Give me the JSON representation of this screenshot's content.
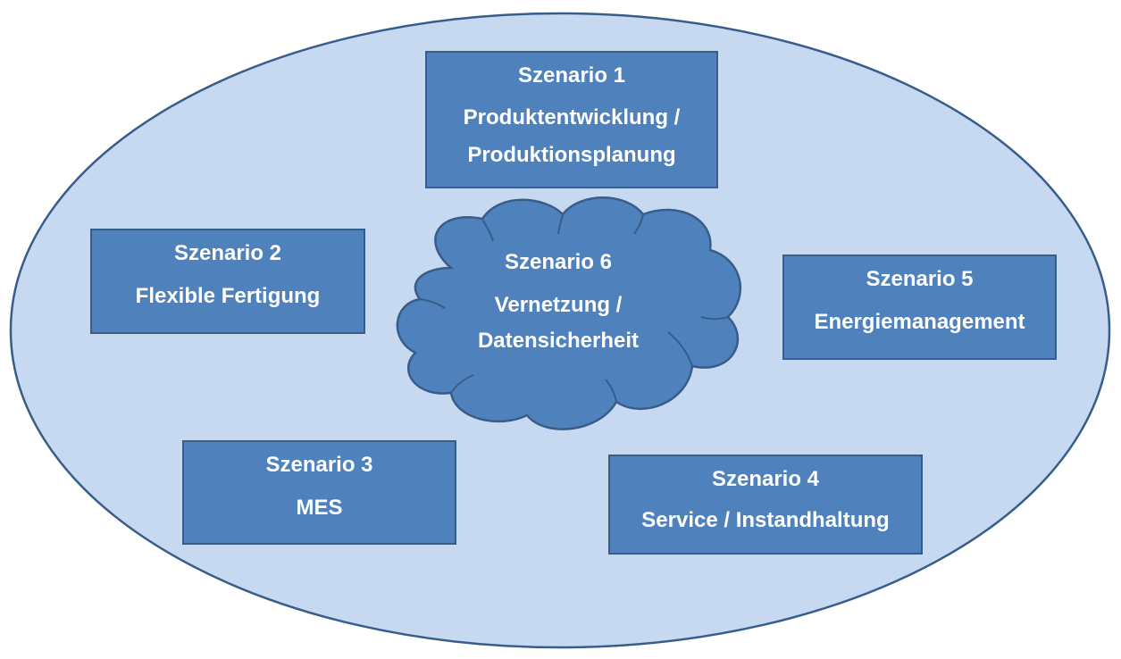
{
  "colors": {
    "ellipse_fill": "#c6d9f1",
    "ellipse_stroke": "#385d8a",
    "box_fill": "#4f81bd",
    "box_stroke": "#385d8a",
    "text": "#ffffff"
  },
  "scenarios": [
    {
      "title": "Szenario 1",
      "desc_lines": [
        "Produktentwicklung /",
        "Produktionsplanung"
      ]
    },
    {
      "title": "Szenario 2",
      "desc_lines": [
        "Flexible Fertigung"
      ]
    },
    {
      "title": "Szenario 3",
      "desc_lines": [
        "MES"
      ]
    },
    {
      "title": "Szenario 4",
      "desc_lines": [
        "Service / Instandhaltung"
      ]
    },
    {
      "title": "Szenario 5",
      "desc_lines": [
        "Energiemanagement"
      ]
    },
    {
      "title": "Szenario 6",
      "desc_lines": [
        "Vernetzung /",
        "Datensicherheit"
      ],
      "shape": "cloud"
    }
  ]
}
